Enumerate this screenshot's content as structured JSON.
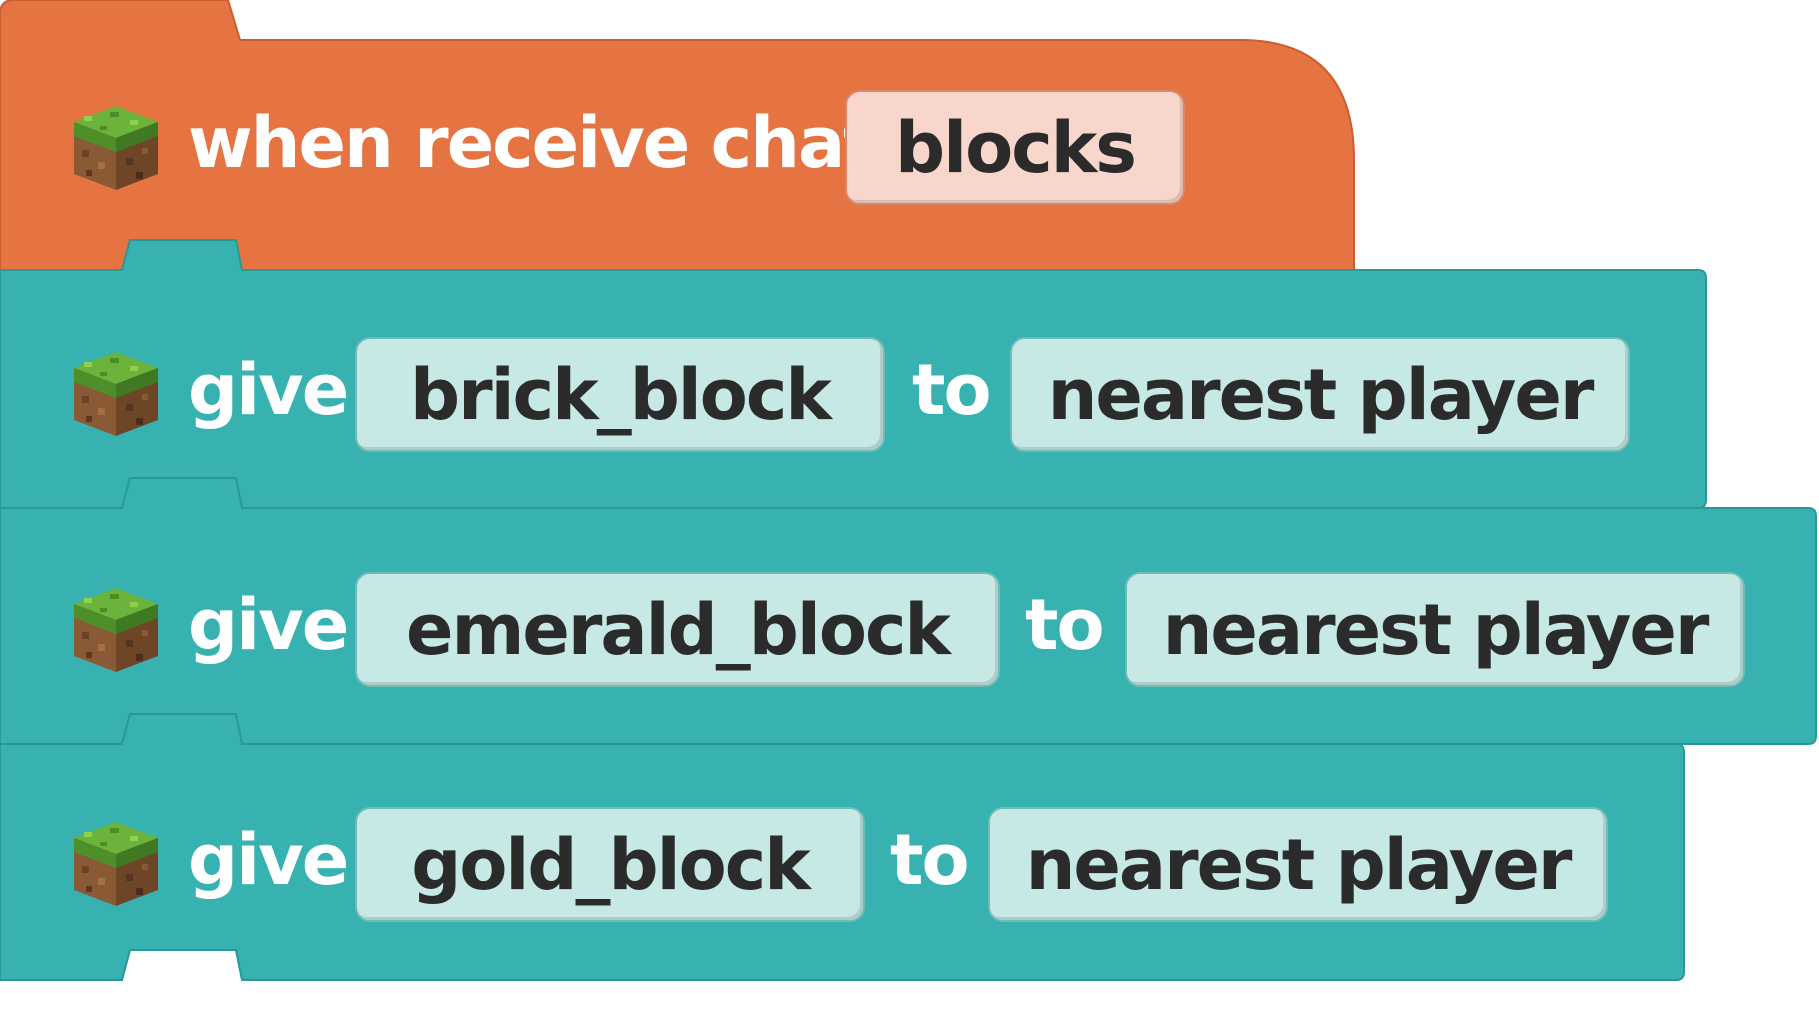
{
  "colors": {
    "event_block": "#e67443",
    "give_block": "#38b2b0",
    "event_pill": "#f8d6cb",
    "give_pill": "#c6e9e5",
    "pill_text": "#2b2b2b",
    "keyword_text": "#ffffff"
  },
  "icons": {
    "block_icon": "minecraft-grass-block-icon"
  },
  "event": {
    "label": "when receive chat",
    "value": "blocks"
  },
  "statements": [
    {
      "verb": "give",
      "item": "brick_block",
      "preposition": "to",
      "target": "nearest player"
    },
    {
      "verb": "give",
      "item": "emerald_block",
      "preposition": "to",
      "target": "nearest player"
    },
    {
      "verb": "give",
      "item": "gold_block",
      "preposition": "to",
      "target": "nearest player"
    }
  ]
}
